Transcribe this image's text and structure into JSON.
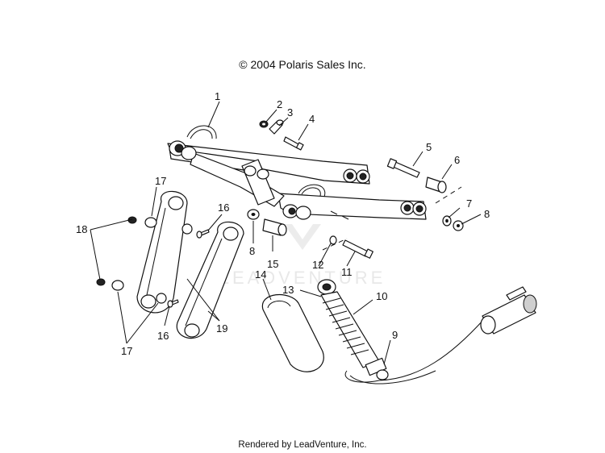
{
  "header": {
    "copyright": "© 2004 Polaris Sales Inc."
  },
  "footer": {
    "rendered_by": "Rendered by LeadVenture, Inc."
  },
  "watermark": {
    "text": "LEADVENTURE"
  },
  "callouts": [
    {
      "id": "c1",
      "label": "1"
    },
    {
      "id": "c2",
      "label": "2"
    },
    {
      "id": "c3",
      "label": "3"
    },
    {
      "id": "c4",
      "label": "4"
    },
    {
      "id": "c5",
      "label": "5"
    },
    {
      "id": "c6",
      "label": "6"
    },
    {
      "id": "c7",
      "label": "7"
    },
    {
      "id": "c8a",
      "label": "8"
    },
    {
      "id": "c8b",
      "label": "8"
    },
    {
      "id": "c9",
      "label": "9"
    },
    {
      "id": "c10",
      "label": "10"
    },
    {
      "id": "c11",
      "label": "11"
    },
    {
      "id": "c12",
      "label": "12"
    },
    {
      "id": "c13",
      "label": "13"
    },
    {
      "id": "c14",
      "label": "14"
    },
    {
      "id": "c15",
      "label": "15"
    },
    {
      "id": "c16a",
      "label": "16"
    },
    {
      "id": "c16b",
      "label": "16"
    },
    {
      "id": "c17a",
      "label": "17"
    },
    {
      "id": "c17b",
      "label": "17"
    },
    {
      "id": "c18",
      "label": "18"
    },
    {
      "id": "c19",
      "label": "19"
    }
  ]
}
